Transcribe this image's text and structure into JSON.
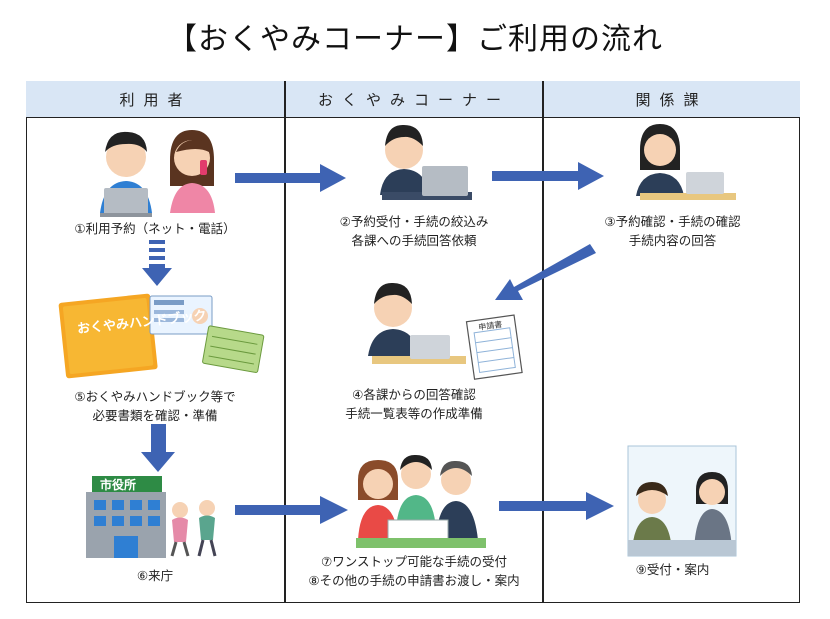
{
  "title": "【おくやみコーナー】ご利用の流れ",
  "columns": [
    "利用者",
    "おくやみコーナー",
    "関係課"
  ],
  "steps": {
    "s1": "①利用予約（ネット・電話）",
    "s2a": "②予約受付・手続の絞込み",
    "s2b": "各課への手続回答依頼",
    "s3a": "③予約確認・手続の確認",
    "s3b": "手続内容の回答",
    "s4a": "④各課からの回答確認",
    "s4b": "手続一覧表等の作成準備",
    "s5a": "⑤おくやみハンドブック等で",
    "s5b": "必要書類を確認・準備",
    "s6": "⑥来庁",
    "s7": "⑦ワンストップ可能な手続の受付",
    "s8": "⑧その他の手続の申請書お渡し・案内",
    "s9": "⑨受付・案内"
  },
  "illustration_text": {
    "handbook": "おくやみハンドブック",
    "form": "申請書",
    "cityhall": "市役所"
  },
  "colors": {
    "header_bg": "#d9e6f5",
    "arrow": "#3e63b3",
    "border": "#222222"
  }
}
